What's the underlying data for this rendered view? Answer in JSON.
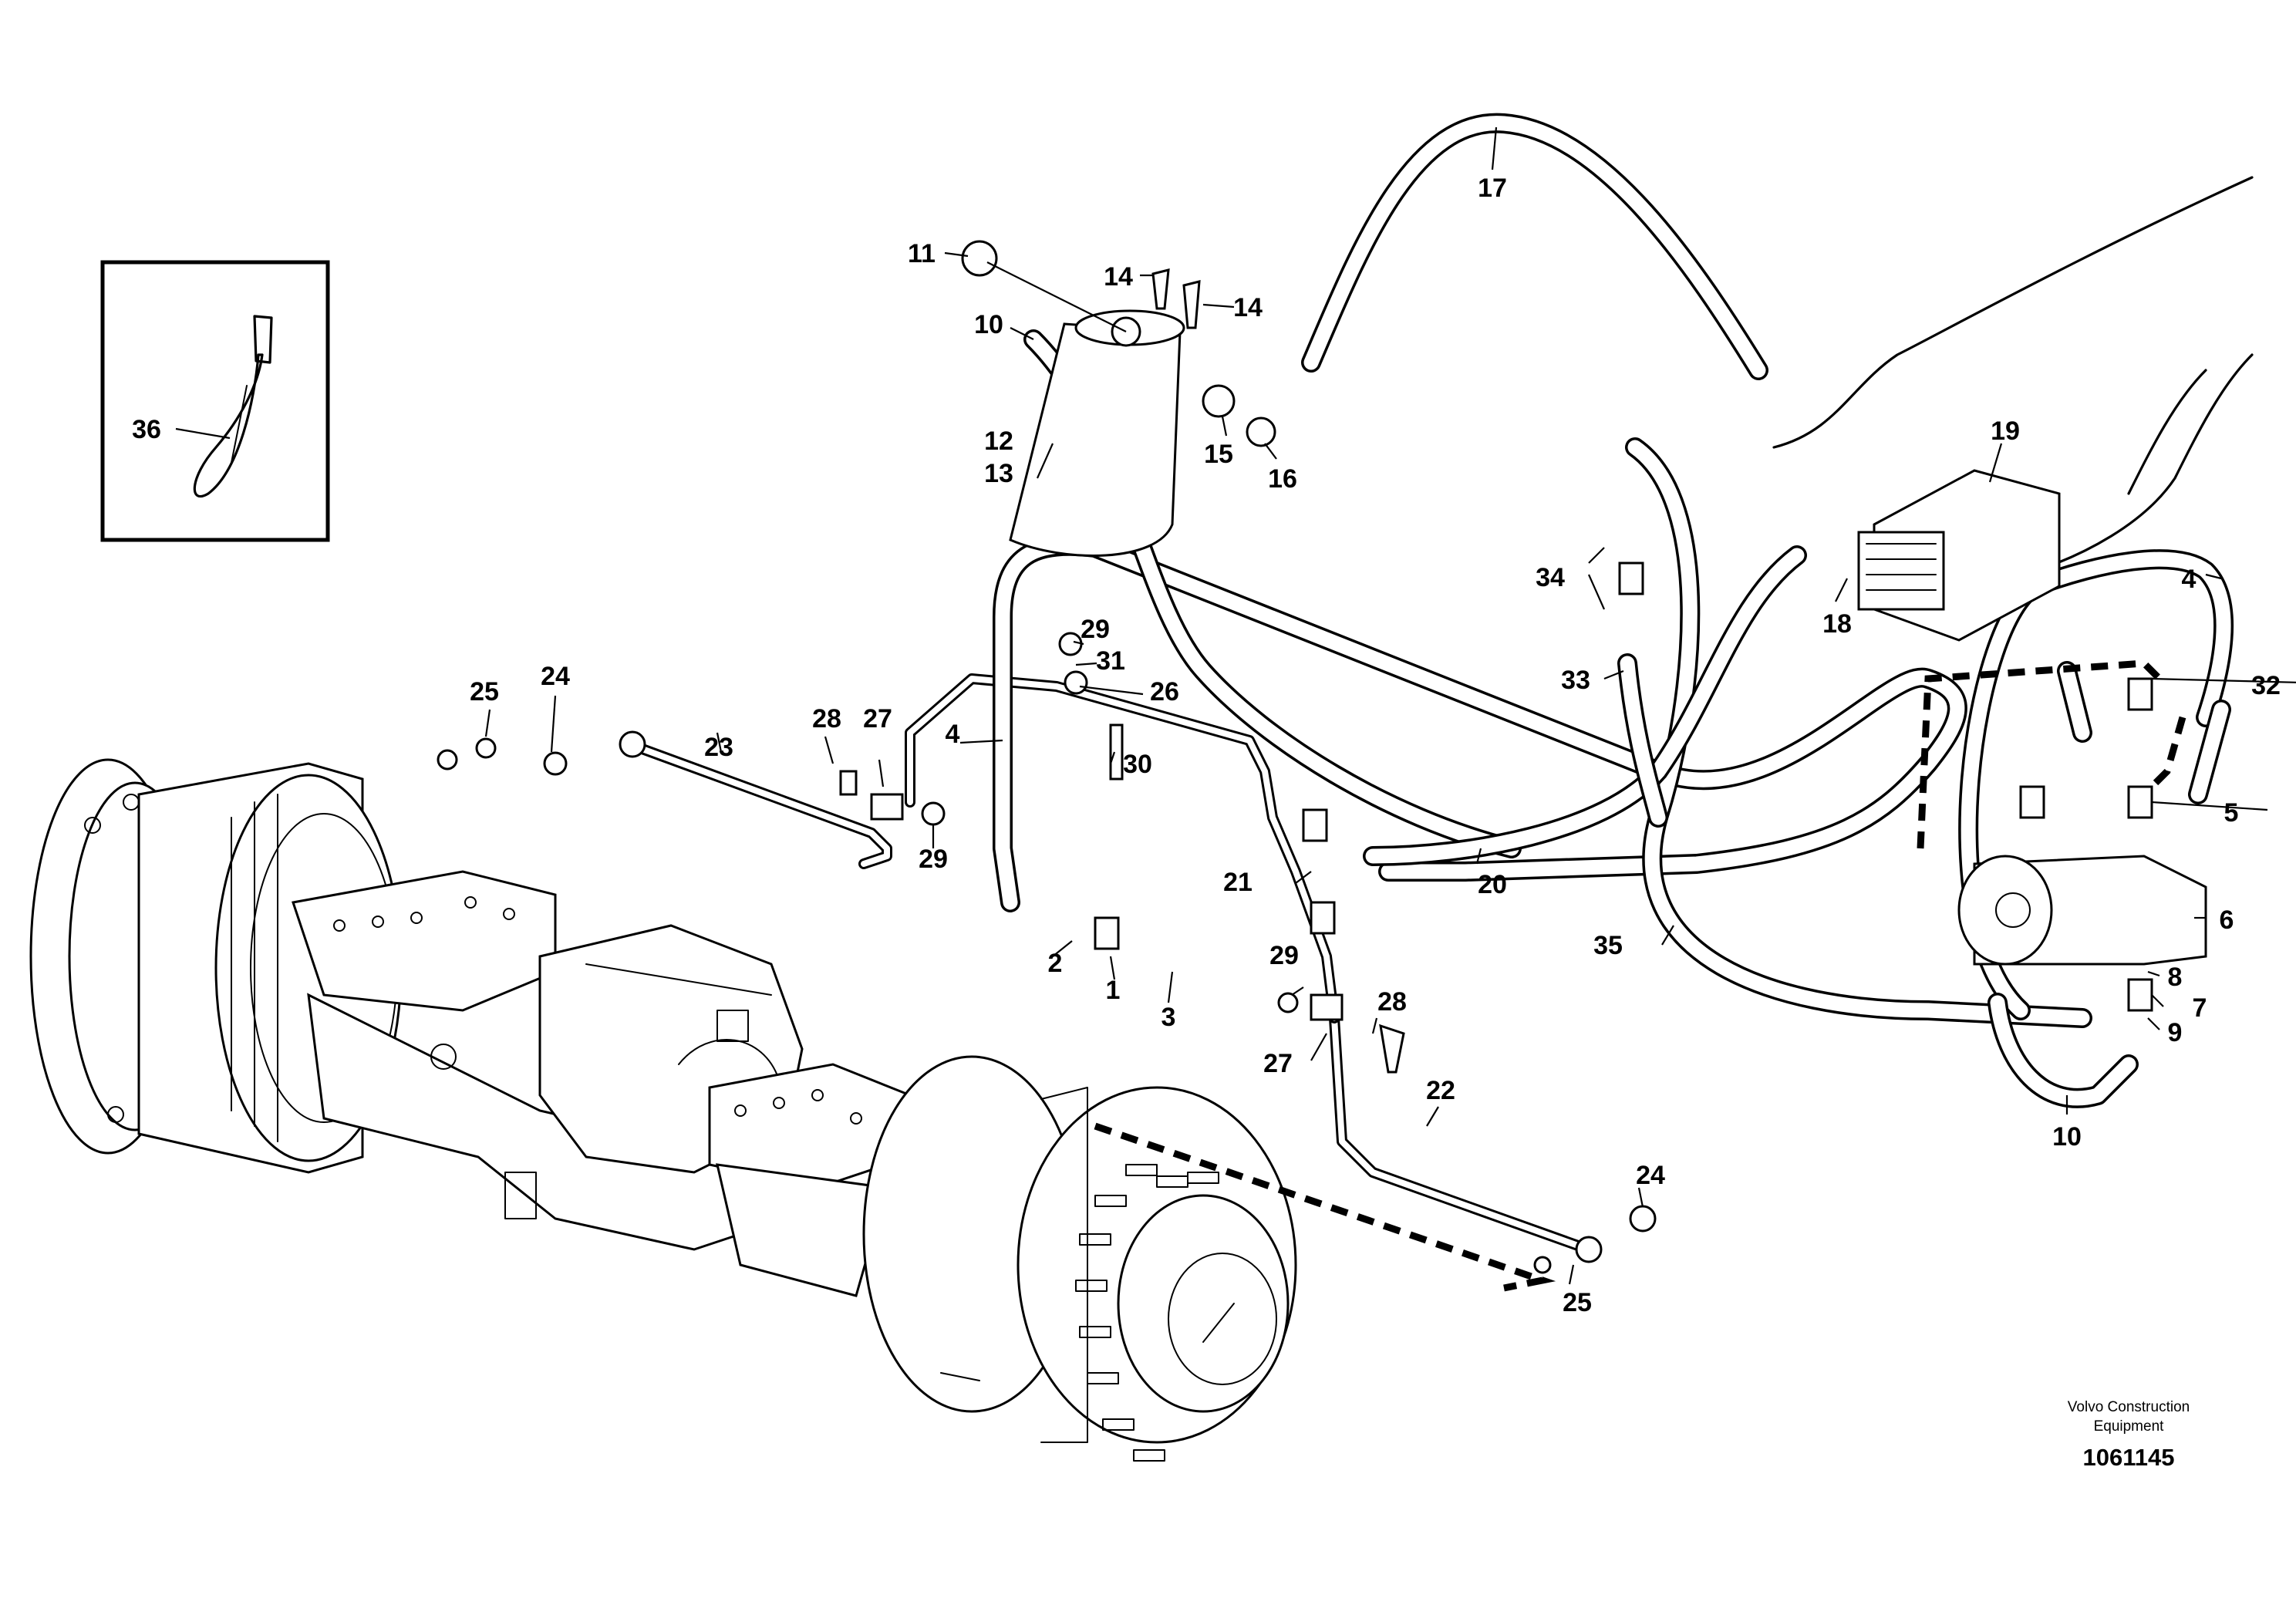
{
  "diagram": {
    "callouts": {
      "c1": "1",
      "c2": "2",
      "c3": "3",
      "c4a": "4",
      "c4b": "4",
      "c5": "5",
      "c6": "6",
      "c7": "7",
      "c8": "8",
      "c9": "9",
      "c10a": "10",
      "c10b": "10",
      "c11": "11",
      "c12": "12",
      "c13": "13",
      "c14a": "14",
      "c14b": "14",
      "c15": "15",
      "c16": "16",
      "c17": "17",
      "c18": "18",
      "c19": "19",
      "c20": "20",
      "c21": "21",
      "c22": "22",
      "c23": "23",
      "c24a": "24",
      "c24b": "24",
      "c25a": "25",
      "c25b": "25",
      "c26": "26",
      "c27a": "27",
      "c27b": "27",
      "c28a": "28",
      "c28b": "28",
      "c29a": "29",
      "c29b": "29",
      "c29c": "29",
      "c30": "30",
      "c31": "31",
      "c32": "32",
      "c33": "33",
      "c34": "34",
      "c35": "35",
      "c36": "36"
    },
    "inset_callout": "36"
  },
  "footer": {
    "company_line1": "Volvo Construction",
    "company_line2": "Equipment",
    "drawing_number": "1061145"
  }
}
